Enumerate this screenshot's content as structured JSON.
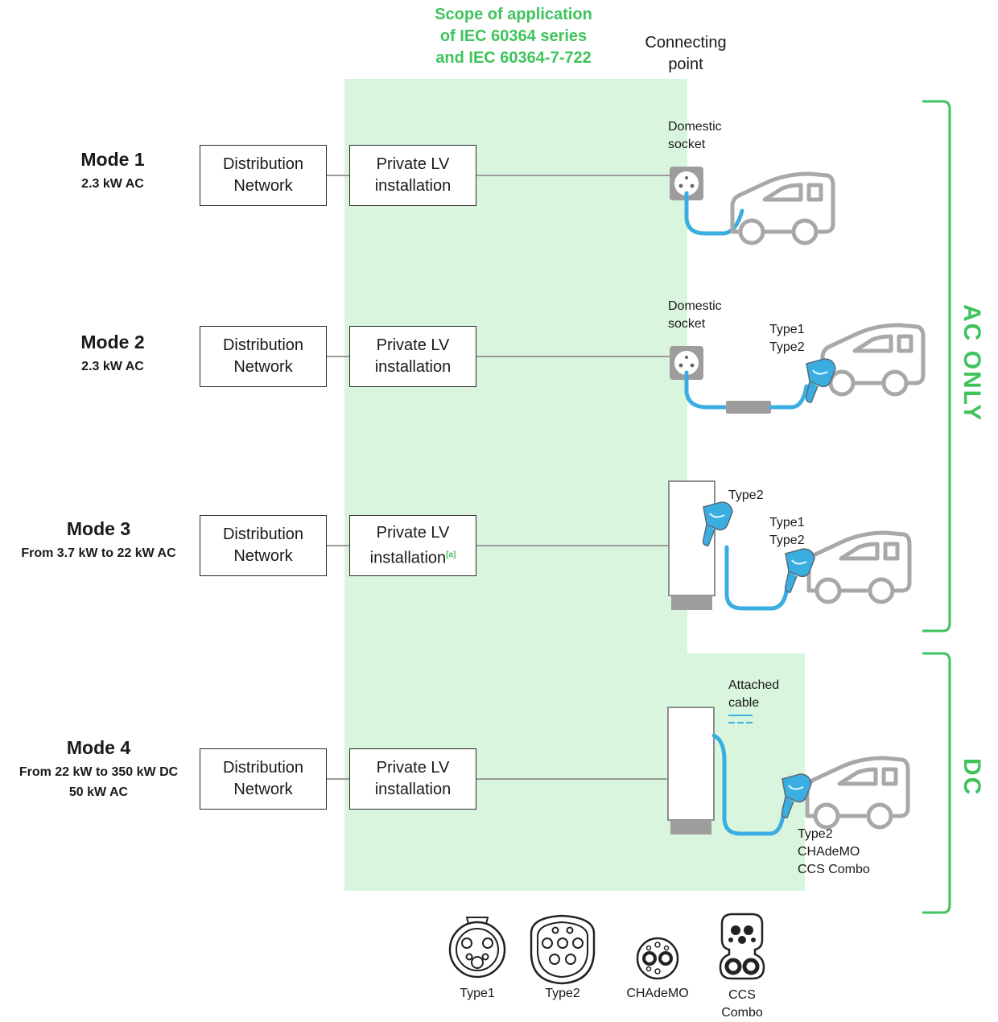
{
  "scope": {
    "title_lines": [
      "Scope of application",
      "of IEC 60364 series",
      "and IEC 60364-7-722"
    ]
  },
  "connecting_point": {
    "lines": [
      "Connecting",
      "point"
    ]
  },
  "modes": [
    {
      "title": "Mode 1",
      "subs": [
        "2.3 kW AC"
      ],
      "box1": [
        "Distribution",
        "Network"
      ],
      "box2": [
        "Private LV",
        "installation"
      ]
    },
    {
      "title": "Mode 2",
      "subs": [
        "2.3 kW AC"
      ],
      "box1": [
        "Distribution",
        "Network"
      ],
      "box2": [
        "Private LV",
        "installation"
      ]
    },
    {
      "title": "Mode 3",
      "subs": [
        "From 3.7 kW to 22 kW AC"
      ],
      "box1": [
        "Distribution",
        "Network"
      ],
      "box2": [
        "Private LV",
        "installation"
      ],
      "box2_note": "[a]"
    },
    {
      "title": "Mode 4",
      "subs": [
        "From 22 kW to 350 kW DC",
        "50 kW AC"
      ],
      "box1": [
        "Distribution",
        "Network"
      ],
      "box2": [
        "Private LV",
        "installation"
      ]
    }
  ],
  "labels": {
    "domestic_socket_1": [
      "Domestic",
      "socket"
    ],
    "domestic_socket_2": [
      "Domestic",
      "socket"
    ],
    "mode2_plugs": [
      "Type1",
      "Type2"
    ],
    "mode3_station_plug": "Type2",
    "mode3_plugs": [
      "Type1",
      "Type2"
    ],
    "attached_cable": [
      "Attached",
      "cable"
    ],
    "mode4_plugs": [
      "Type2",
      "CHAdeMO",
      "CCS Combo"
    ]
  },
  "brackets": {
    "ac": "AC ONLY",
    "dc": "DC"
  },
  "connectors": [
    {
      "name": "Type1",
      "lines": [
        "Type1"
      ]
    },
    {
      "name": "Type2",
      "lines": [
        "Type2"
      ]
    },
    {
      "name": "CHAdeMO",
      "lines": [
        "CHAdeMO"
      ]
    },
    {
      "name": "CCS Combo",
      "lines": [
        "CCS",
        "Combo"
      ]
    }
  ],
  "colors": {
    "scope_fill": "#d9f5de",
    "accent_green": "#3fc35c",
    "cable_blue": "#3aaee0",
    "line_gray": "#9a9a9a",
    "car_gray": "#a8a8a8"
  }
}
